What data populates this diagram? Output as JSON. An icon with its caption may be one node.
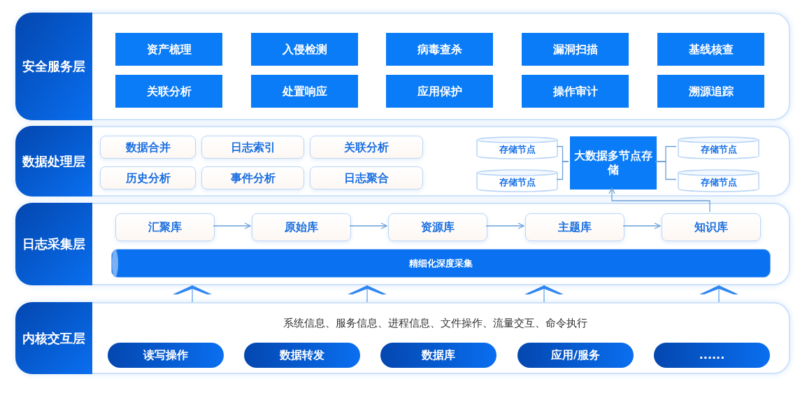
{
  "diagram": {
    "nodes": [
      {
        "text": [
          "安全服务层"
        ]
      },
      {
        "text": [
          "资产梳理"
        ],
        "in": 0
      },
      {
        "text": [
          "入侵检测"
        ],
        "in": 0
      },
      {
        "text": [
          "病毒查杀"
        ],
        "in": 0
      },
      {
        "text": [
          "漏洞扫描"
        ],
        "in": 0
      },
      {
        "text": [
          "基线核查"
        ],
        "in": 0
      },
      {
        "text": [
          "关联分析"
        ],
        "in": 0
      },
      {
        "text": [
          "处置响应"
        ],
        "in": 0
      },
      {
        "text": [
          "应用保护"
        ],
        "in": 0
      },
      {
        "text": [
          "操作审计"
        ],
        "in": 0
      },
      {
        "text": [
          "溯源追踪"
        ],
        "in": 0
      },
      {
        "text": [
          "数据处理层"
        ]
      },
      {
        "text": [
          "数据合并"
        ],
        "in": 11
      },
      {
        "text": [
          "日志索引"
        ],
        "in": 11
      },
      {
        "text": [
          "关联分析"
        ],
        "in": 11
      },
      {
        "text": [
          "历史分析"
        ],
        "in": 11
      },
      {
        "text": [
          "事件分析"
        ],
        "in": 11
      },
      {
        "text": [
          "日志聚合"
        ],
        "in": 11
      },
      {
        "text": [
          "存储节点"
        ],
        "in": 11
      },
      {
        "text": [
          "存储节点"
        ],
        "in": 11
      },
      {
        "text": [
          "大数据多节点存储"
        ],
        "in": 11
      },
      {
        "text": [
          "存储节点"
        ],
        "in": 11
      },
      {
        "text": [
          "存储节点"
        ],
        "in": 11
      },
      {
        "text": [
          "日志采集层"
        ]
      },
      {
        "text": [
          "汇聚库"
        ],
        "in": 23
      },
      {
        "text": [
          "原始库"
        ],
        "in": 23
      },
      {
        "text": [
          "资源库"
        ],
        "in": 23
      },
      {
        "text": [
          "主题库"
        ],
        "in": 23
      },
      {
        "text": [
          "知识库"
        ],
        "in": 23
      },
      {
        "text": [
          "精细化深度采集"
        ],
        "in": 23
      },
      {
        "text": [
          "内核交互层"
        ]
      },
      {
        "text": [
          "读写操作"
        ],
        "in": 30
      },
      {
        "text": [
          "数据转发"
        ],
        "in": 30
      },
      {
        "text": [
          "数据库"
        ],
        "in": 30
      },
      {
        "text": [
          "应用/服务"
        ],
        "in": 30
      },
      {
        "text": [
          "......"
        ],
        "in": 30
      }
    ],
    "edges": [
      {
        "from": 18,
        "to": 20,
        "arrow": "none"
      },
      {
        "from": 19,
        "to": 20,
        "arrow": "none"
      },
      {
        "from": 20,
        "to": 21,
        "arrow": "none"
      },
      {
        "from": 20,
        "to": 22,
        "arrow": "none"
      },
      {
        "from": 24,
        "to": 25,
        "arrow": "to"
      },
      {
        "from": 25,
        "to": 26,
        "arrow": "to"
      },
      {
        "from": 26,
        "to": 27,
        "arrow": "to"
      },
      {
        "from": 27,
        "to": 28,
        "arrow": "to"
      },
      {
        "from": 28,
        "to": 20,
        "arrow": "to"
      },
      {
        "from": 30,
        "to": 23,
        "arrow": "to",
        "color": "#2f86f0"
      },
      {
        "from": 30,
        "to": 23,
        "arrow": "to",
        "color": "#2f86f0"
      },
      {
        "from": 30,
        "to": 23,
        "arrow": "to",
        "color": "#2f86f0"
      },
      {
        "from": 30,
        "to": 23,
        "arrow": "to",
        "color": "#2f86f0"
      }
    ],
    "labels": [
      "系统信息、服务信息、进程信息、文件操作、流量交互、命令执行"
    ]
  }
}
